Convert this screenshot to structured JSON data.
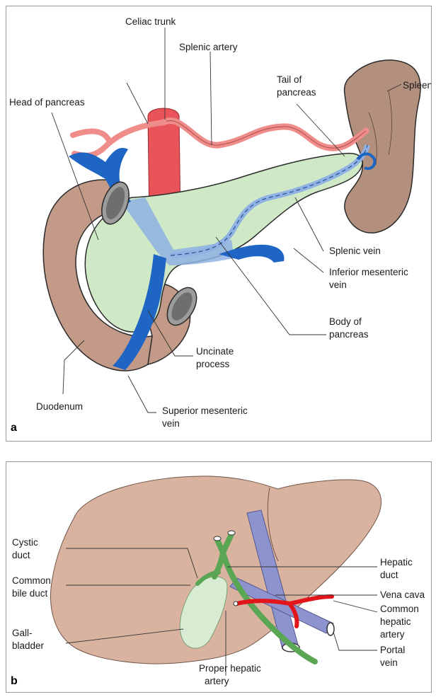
{
  "panel_a": {
    "letter": "a",
    "labels": {
      "celiac_trunk": "Celiac trunk",
      "splenic_artery": "Splenic artery",
      "tail_line1": "Tail of",
      "tail_line2": "pancreas",
      "spleen": "Spleen",
      "head_of_pancreas": "Head of pancreas",
      "splenic_vein": "Splenic vein",
      "ima_line1": "Inferior mesenteric",
      "ima_line2": "vein",
      "body_line1": "Body of",
      "body_line2": "pancreas",
      "uncinate_line1": "Uncinate",
      "uncinate_line2": "process",
      "duodenum": "Duodenum",
      "smv_line1": "Superior mesenteric",
      "smv_line2": "vein"
    }
  },
  "panel_b": {
    "letter": "b",
    "labels": {
      "cystic_line1": "Cystic",
      "cystic_line2": "duct",
      "cbd_line1": "Common",
      "cbd_line2": "bile duct",
      "gb_line1": "Gall-",
      "gb_line2": "bladder",
      "hepatic_line1": "Hepatic",
      "hepatic_line2": "duct",
      "vena_cava": "Vena cava",
      "cha_line1": "Common",
      "cha_line2": "hepatic",
      "cha_line3": "artery",
      "portal_line1": "Portal",
      "portal_line2": "vein",
      "pha_line1": "Proper hepatic",
      "pha_line2": "artery"
    }
  },
  "colors": {
    "pancreas": "#cfe9c6",
    "organ_brown": "#c29a87",
    "liver": "#d9b3a0",
    "vein_blue": "#1f66c4",
    "artery_red": "#e8545a",
    "artery_pink": "#ef8d8b",
    "vein_lavender": "#8d93cf",
    "duct_green": "#5aa655",
    "gallbladder": "#d8ecd3"
  }
}
